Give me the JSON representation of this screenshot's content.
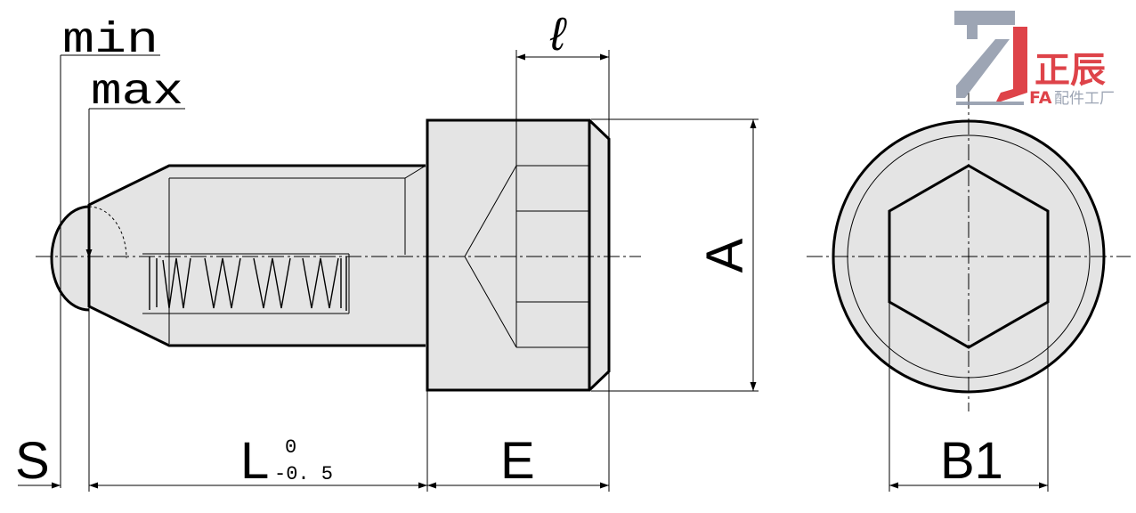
{
  "drawing": {
    "labels": {
      "min": "min",
      "max": "max",
      "l": "ℓ",
      "A": "A",
      "S": "S",
      "L": "L",
      "tol_upper": "0",
      "tol_lower": "-0. 5",
      "E": "E",
      "B1": "B1"
    }
  },
  "logo": {
    "brand_cn": "正辰",
    "brand_prefix": "FA",
    "brand_sub": "配件工厂",
    "colors": {
      "red": "#d9232a",
      "gray": "#8c96a8"
    }
  }
}
